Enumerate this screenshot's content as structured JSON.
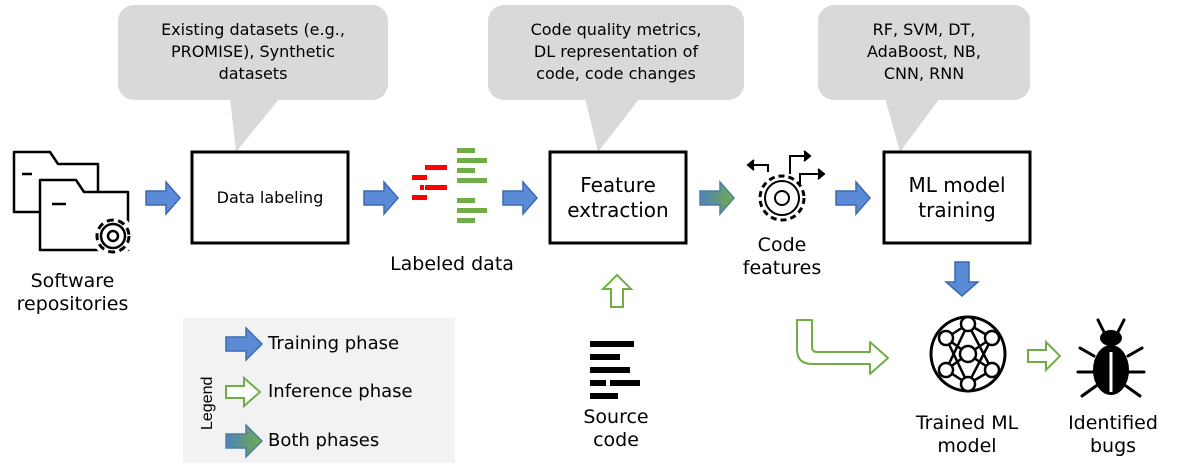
{
  "bubbles": {
    "datasets": [
      "Existing datasets (e.g.,",
      "PROMISE), Synthetic",
      "datasets"
    ],
    "features": [
      "Code quality metrics,",
      "DL representation of",
      "code, code changes"
    ],
    "models": [
      "RF, SVM, DT,",
      "AdaBoost, NB,",
      "CNN, RNN"
    ]
  },
  "boxes": {
    "labeling": "Data labeling",
    "feature_extraction": [
      "Feature",
      "extraction"
    ],
    "ml_training": [
      "ML model",
      "training"
    ]
  },
  "labels": {
    "software_repositories": [
      "Software",
      "repositories"
    ],
    "labeled_data": "Labeled data",
    "code_features": [
      "Code",
      "features"
    ],
    "source_code": [
      "Source",
      "code"
    ],
    "trained_model": [
      "Trained ML",
      "model"
    ],
    "identified_bugs": [
      "Identified",
      "bugs"
    ]
  },
  "legend": {
    "title": "Legend",
    "items": [
      "Training phase",
      "Inference phase",
      "Both phases"
    ]
  },
  "colors": {
    "training_arrow": "#5b8bd6",
    "inference_arrow": "#70ad47",
    "both_arrow_start": "#4f81bd",
    "both_arrow_end": "#70ad47",
    "bubble_fill": "#d9d9d9",
    "legend_fill": "#f2f2f2",
    "labeled_red": "#ff0000",
    "labeled_green": "#70ad47"
  },
  "icons": [
    "folder-icon",
    "gear-icon",
    "labeled-data-icon",
    "source-code-icon",
    "code-features-gear-icon",
    "neural-network-icon",
    "bug-icon"
  ]
}
